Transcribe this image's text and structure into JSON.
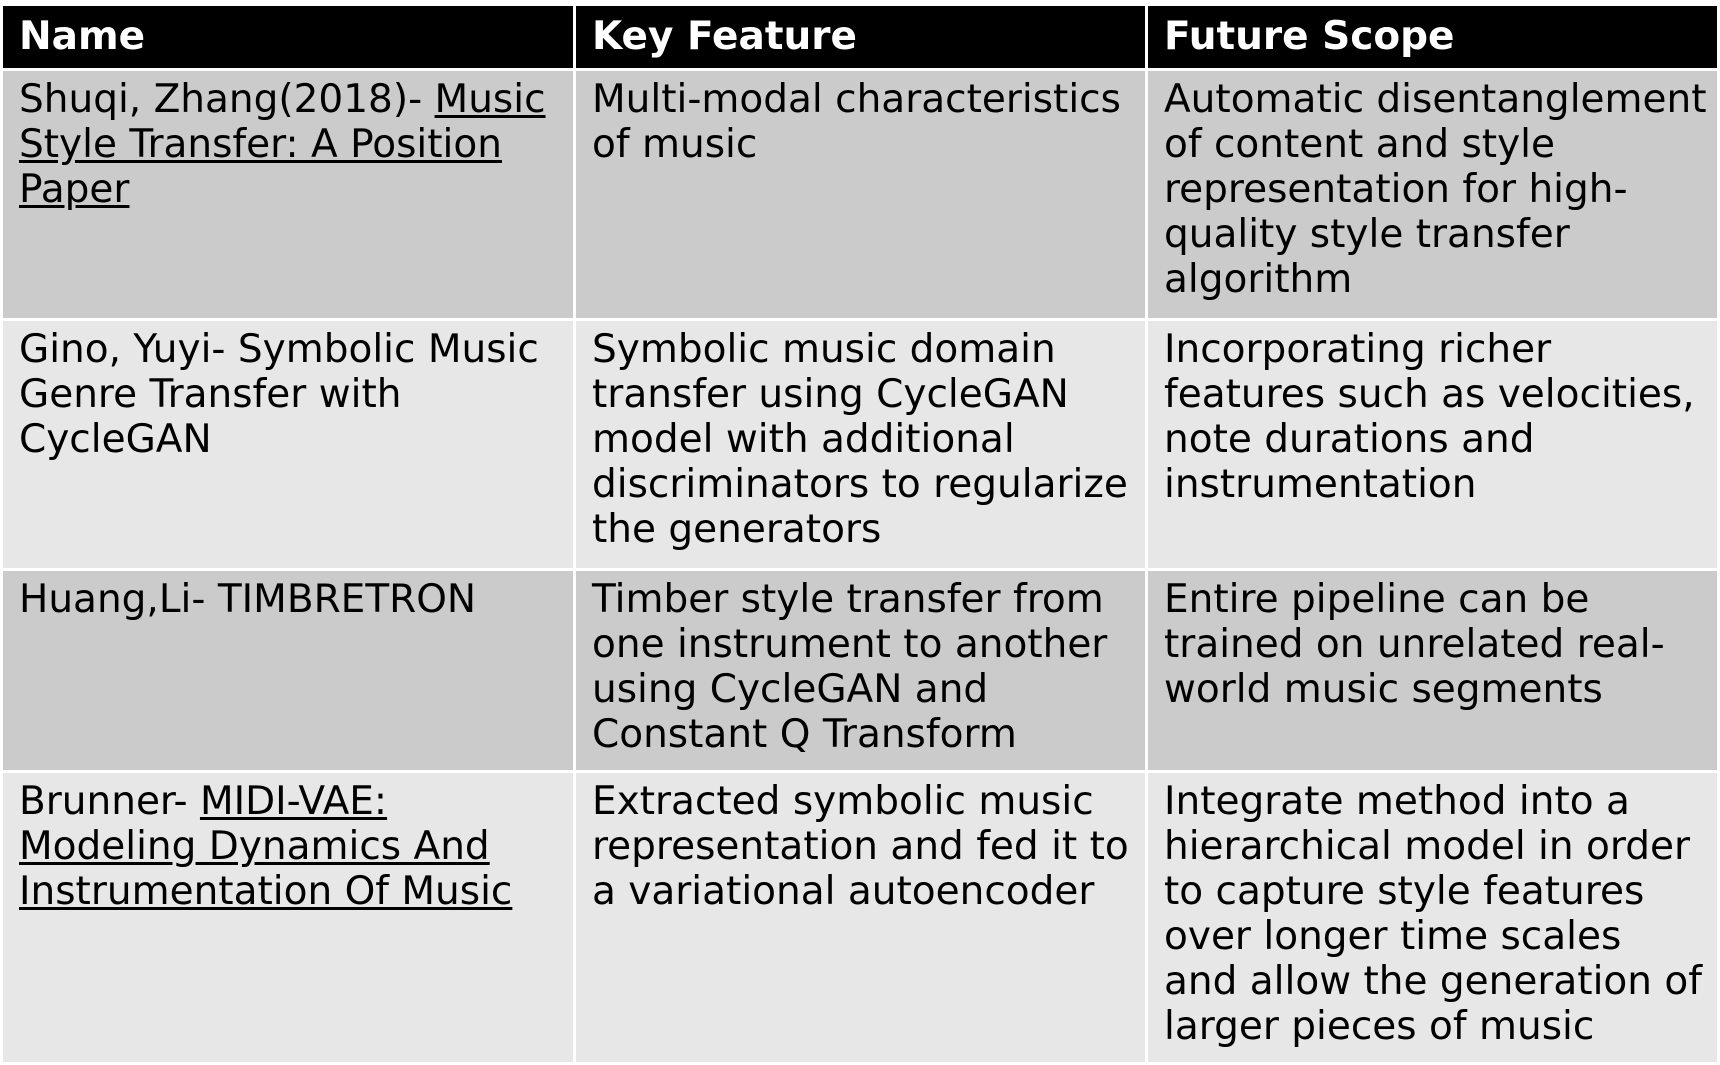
{
  "headers": [
    "Name",
    "Key Feature",
    "Future Scope"
  ],
  "rows": [
    {
      "name_prefix": "Shuqi, Zhang(2018)- ",
      "name_link": "Music Style Transfer: A Position Paper",
      "key_feature": "Multi-modal characteristics of music",
      "future_scope": "Automatic disentanglement of content and style representation for high-quality style transfer algorithm"
    },
    {
      "name_prefix": "Gino, Yuyi- Symbolic Music Genre Transfer with CycleGAN",
      "name_link": "",
      "key_feature": "Symbolic music domain transfer using CycleGAN model with additional discriminators to regularize the generators",
      "future_scope": "Incorporating richer features such as velocities, note durations and instrumentation"
    },
    {
      "name_prefix": "Huang,Li- TIMBRETRON",
      "name_link": "",
      "key_feature": "Timber style transfer from one instrument to another using CycleGAN and Constant Q Transform",
      "future_scope": "Entire pipeline can be trained on unrelated real-world music segments"
    },
    {
      "name_prefix": "Brunner- ",
      "name_link": "MIDI-VAE: Modeling Dynamics And Instrumentation Of Music",
      "key_feature": "Extracted symbolic music representation and fed it to a variational autoencoder",
      "future_scope": "Integrate method into a hierarchical model in order to capture style features over longer time scales and allow the generation of larger pieces of music"
    }
  ]
}
